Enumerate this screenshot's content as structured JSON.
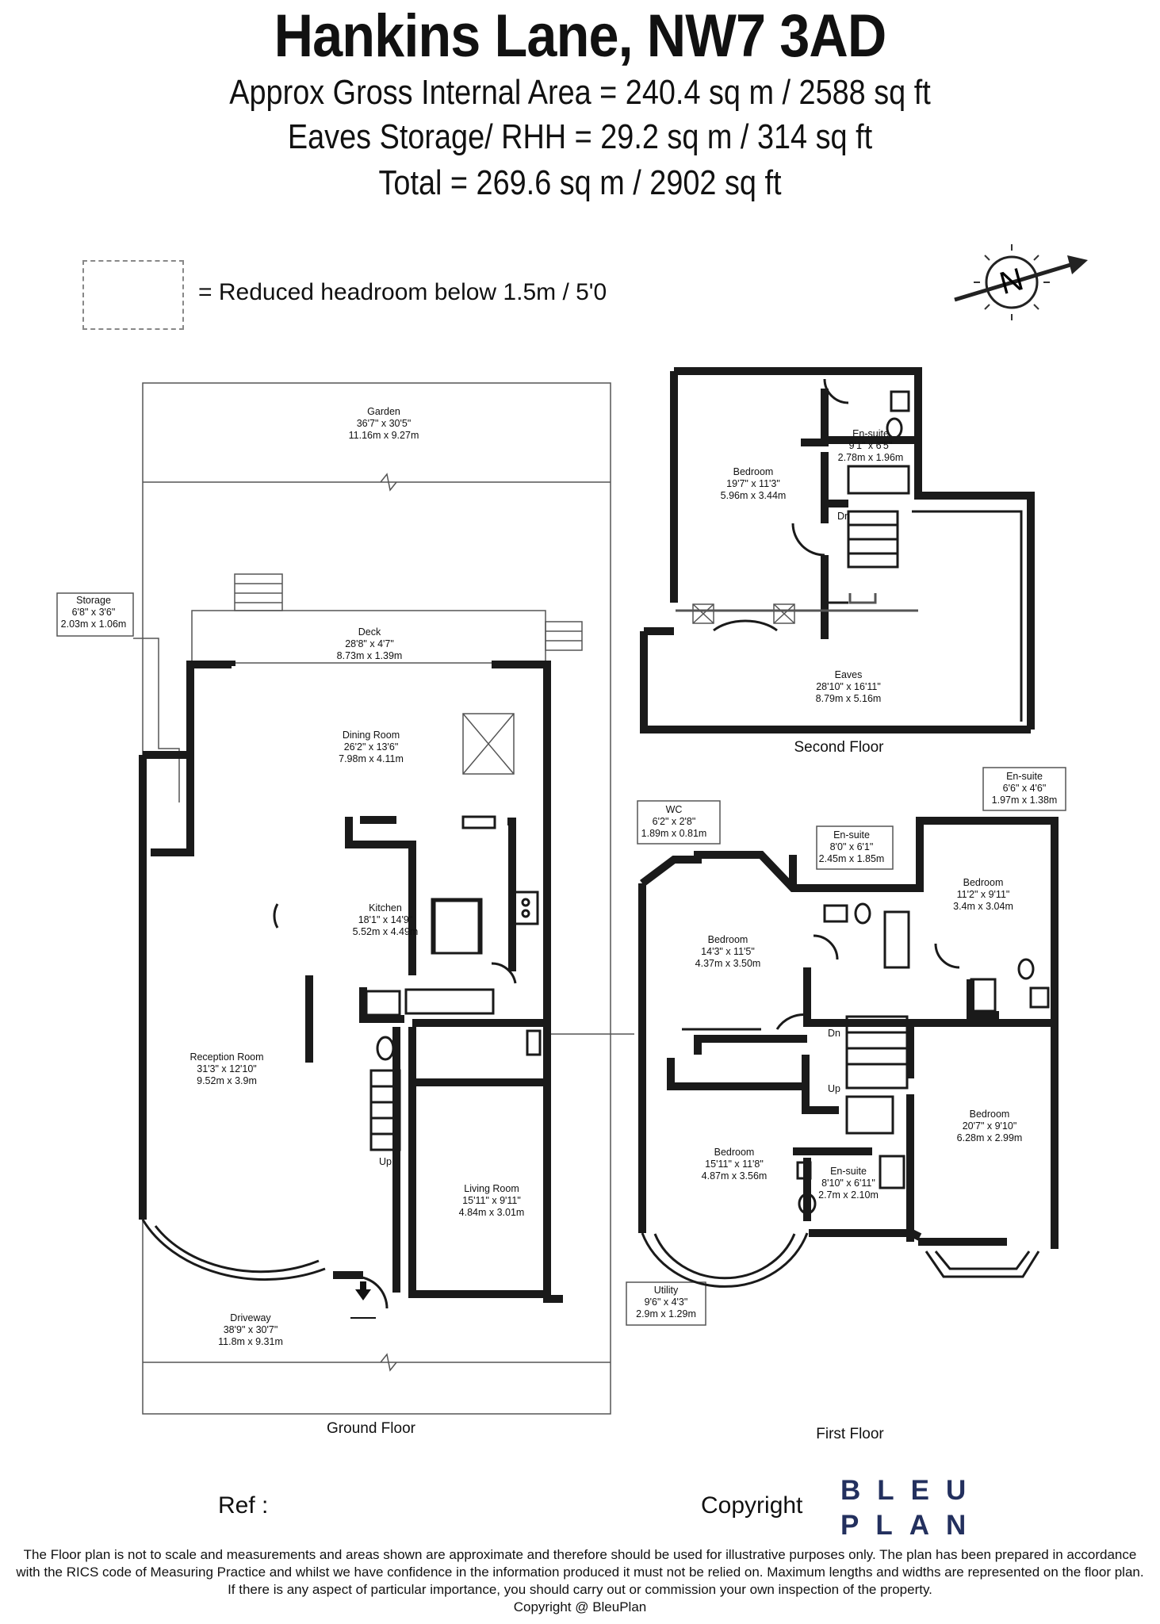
{
  "header": {
    "title": "Hankins Lane, NW7 3AD",
    "line1": "Approx Gross Internal Area = 240.4 sq m / 2588 sq ft",
    "line2": "Eaves Storage/ RHH = 29.2 sq m / 314 sq ft",
    "line3": "Total = 269.6 sq m / 2902 sq ft"
  },
  "legend": {
    "text": "= Reduced headroom below 1.5m / 5'0"
  },
  "compass": {
    "letter": "N"
  },
  "floors": {
    "ground": "Ground Floor",
    "first": "First Floor",
    "second": "Second Floor"
  },
  "rooms": {
    "garden": {
      "name": "Garden",
      "imperial": "36'7\" x 30'5\"",
      "metric": "11.16m x 9.27m"
    },
    "storage": {
      "name": "Storage",
      "imperial": "6'8\" x 3'6\"",
      "metric": "2.03m x 1.06m"
    },
    "deck": {
      "name": "Deck",
      "imperial": "28'8\" x 4'7\"",
      "metric": "8.73m x 1.39m"
    },
    "dining": {
      "name": "Dining Room",
      "imperial": "26'2\" x 13'6\"",
      "metric": "7.98m x 4.11m"
    },
    "kitchen": {
      "name": "Kitchen",
      "imperial": "18'1\" x 14'9\"",
      "metric": "5.52m x 4.49m"
    },
    "reception": {
      "name": "Reception Room",
      "imperial": "31'3\" x 12'10\"",
      "metric": "9.52m x 3.9m"
    },
    "living": {
      "name": "Living Room",
      "imperial": "15'11\" x 9'11\"",
      "metric": "4.84m x 3.01m"
    },
    "driveway": {
      "name": "Driveway",
      "imperial": "38'9\" x 30'7\"",
      "metric": "11.8m x 9.31m"
    },
    "utility": {
      "name": "Utility",
      "imperial": "9'6\" x 4'3\"",
      "metric": "2.9m x 1.29m"
    },
    "wc": {
      "name": "WC",
      "imperial": "6'2\" x 2'8\"",
      "metric": "1.89m x 0.81m"
    },
    "ff_ensuite1": {
      "name": "En-suite",
      "imperial": "8'0\" x 6'1\"",
      "metric": "2.45m x 1.85m"
    },
    "ff_ensuite2": {
      "name": "En-suite",
      "imperial": "6'6\" x 4'6\"",
      "metric": "1.97m x 1.38m"
    },
    "ff_bed1": {
      "name": "Bedroom",
      "imperial": "14'3\" x 11'5\"",
      "metric": "4.37m x 3.50m"
    },
    "ff_bed2": {
      "name": "Bedroom",
      "imperial": "11'2\" x 9'11\"",
      "metric": "3.4m x 3.04m"
    },
    "ff_bed3": {
      "name": "Bedroom",
      "imperial": "15'11\" x 11'8\"",
      "metric": "4.87m x 3.56m"
    },
    "ff_bed4": {
      "name": "Bedroom",
      "imperial": "20'7\" x 9'10\"",
      "metric": "6.28m x 2.99m"
    },
    "ff_ensuite3": {
      "name": "En-suite",
      "imperial": "8'10\" x 6'11\"",
      "metric": "2.7m x 2.10m"
    },
    "sf_bedroom": {
      "name": "Bedroom",
      "imperial": "19'7\" x 11'3\"",
      "metric": "5.96m x 3.44m"
    },
    "sf_ensuite": {
      "name": "En-suite",
      "imperial": "9'1\" x 6'5\"",
      "metric": "2.78m x 1.96m"
    },
    "eaves": {
      "name": "Eaves",
      "imperial": "28'10\" x 16'11\"",
      "metric": "8.79m x 5.16m"
    }
  },
  "stairs": {
    "up": "Up",
    "dn": "Dn"
  },
  "footer": {
    "ref": "Ref  :",
    "copyright": "Copyright",
    "brand_line1": "BLEU",
    "brand_line2": "PLAN",
    "disclaimer": [
      "The Floor plan is not to scale and measurements and areas shown are approximate and therefore should be used for illustrative purposes only. The plan has been prepared in accordance",
      "with the RICS code of Measuring Practice and whilst we have confidence in the information produced it must not be relied on. Maximum lengths and widths are represented on the floor plan.",
      "If there is any aspect of particular importance, you should carry out or commission your own inspection of the property.",
      "Copyright @ BleuPlan"
    ]
  }
}
